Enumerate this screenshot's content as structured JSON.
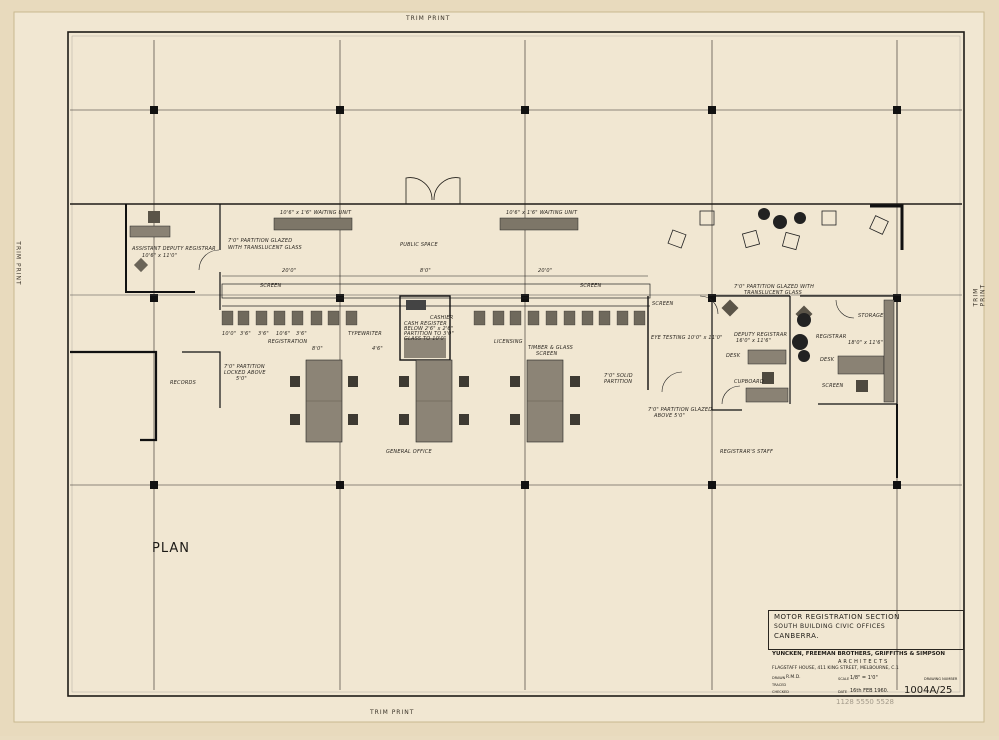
{
  "trim_label": "TRIM PRINT",
  "plan_title": "PLAN",
  "rooms": {
    "assistant_deputy_registrar": "ASSISTANT DEPUTY REGISTRAR",
    "assistant_size": "10'6\" x 11'0\"",
    "partition_glazed": "7'0\" PARTITION GLAZED",
    "with_translucent": "WITH TRANSLUCENT GLASS",
    "waiting_unit_left": "10'6\" x 1'6\" WAITING UNIT",
    "waiting_unit_right": "10'6\" x 1'6\" WAITING UNIT",
    "public_space": "PUBLIC SPACE",
    "dim_left": "20'0\"",
    "dim_mid": "8'0\"",
    "dim_right": "20'0\"",
    "screen_left": "SCREEN",
    "screen_right": "SCREEN",
    "cashier": "CASHIER",
    "cash_register": "CASH REGISTER",
    "cash_register_2": "BELOW 2'6\" x 2'6\"",
    "cash_register_3": "PARTITION TO 3'0\"",
    "cash_register_4": "GLASS TO 10'0\"",
    "registration": "REGISTRATION",
    "typewriter": "TYPEWRITER",
    "licensing": "LICENSING",
    "timber_glass": "TIMBER & GLASS",
    "timber_glass_2": "SCREEN",
    "records": "RECORDS",
    "partition_records": "7'0\" PARTITION",
    "partition_records_2": "LOCKED ABOVE",
    "partition_records_3": "5'0\"",
    "general_office": "GENERAL OFFICE",
    "eye_testing": "EYE TESTING 10'0\" x 11'0\"",
    "eye_screen": "SCREEN",
    "deputy_registrar": "DEPUTY REGISTRAR",
    "deputy_size": "16'0\" x 11'6\"",
    "registrar": "REGISTRAR",
    "registrar_size": "18'0\" x 11'6\"",
    "storage": "STORAGE",
    "partition_glazed_2": "7'0\" PARTITION GLAZED WITH",
    "partition_glazed_3": "TRANSLUCENT GLASS",
    "solid_partition": "7'0\" SOLID",
    "solid_partition_2": "PARTITION",
    "partition_glazed_4": "7'0\" PARTITION GLAZED",
    "partition_glazed_5": "ABOVE 5'0\"",
    "registrars_staff": "REGISTRAR'S STAFF",
    "desk": "DESK",
    "desk_2": "DESK",
    "cupboard": "CUPBOARD",
    "screen_3": "SCREEN"
  },
  "dims_left": [
    "10'0\"",
    "3'6\"",
    "3'6\"",
    "10'6\"",
    "3'6\""
  ],
  "dims_row": [
    "8'0\"",
    "4'6\""
  ],
  "title_block": {
    "line1": "MOTOR REGISTRATION SECTION",
    "line2": "SOUTH BUILDING CIVIC OFFICES",
    "line3": "CANBERRA.",
    "firm": "YUNCKEN, FREEMAN BROTHERS, GRIFFITHS & SIMPSON",
    "architects": "ARCHITECTS",
    "address": "FLAGSTAFF HOUSE, 411 KING STREET, MELBOURNE, C.1",
    "drawn": "DRAWN",
    "drawn_val": "R.M.D.",
    "traced": "TRACED",
    "checked": "CHECKED",
    "scale": "SCALE",
    "scale_val": "1/8\" = 1'0\"",
    "date": "DATE",
    "date_val": "16th FEB 1960.",
    "drawing_number_label": "DRAWING NUMBER",
    "drawing_number": "1004A/25",
    "stamp": "1128 5550 5528"
  }
}
